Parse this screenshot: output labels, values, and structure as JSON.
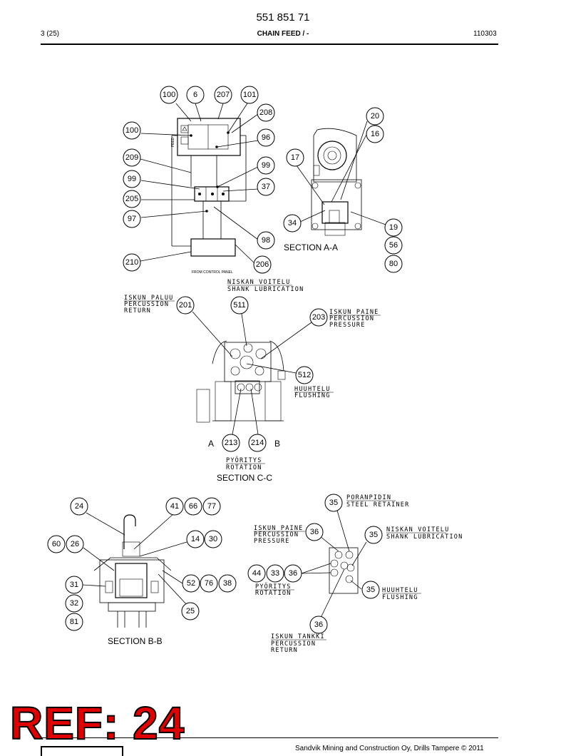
{
  "header": {
    "doc_number": "551 851 71",
    "page": "3 (25)",
    "section": "CHAIN FEED / -",
    "code": "110303"
  },
  "captions": {
    "section_aa": "SECTION A-A",
    "section_cc": "SECTION C-C",
    "section_bb": "SECTION B-B"
  },
  "schematic": {
    "from_control_panel": "FROM CONTROL PANEL",
    "feed": "FEED"
  },
  "cc_labels": {
    "shank_fi": "NISKAN VOITELU",
    "shank_en": "SHANK LUBRICATION",
    "perc_return_fi": "ISKUN PALUU",
    "perc_return_en1": "PERCUSSION",
    "perc_return_en2": "RETURN",
    "perc_pressure_fi": "ISKUN PAINE",
    "perc_pressure_en1": "PERCUSSION",
    "perc_pressure_en2": "PRESSURE",
    "flushing_fi": "HUUHTELU",
    "flushing_en": "FLUSHING",
    "port_a": "A",
    "port_b": "B",
    "rotation_fi": "PYÖRITYS",
    "rotation_en": "ROTATION"
  },
  "port_labels": {
    "steel_fi": "PORANPIDIN",
    "steel_en": "STEEL RETAINER",
    "perc_pressure_fi": "ISKUN PAINE",
    "perc_pressure_en1": "PERCUSSION",
    "perc_pressure_en2": "PRESSURE",
    "shank_fi": "NISKAN VOITELU",
    "shank_en": "SHANK LUBRICATION",
    "rotation_fi": "PYÖRITYS",
    "rotation_en": "ROTATION",
    "flushing_fi": "HUUHTELU",
    "flushing_en": "FLUSHING",
    "tank_fi": "ISKUN TANKKI",
    "tank_en1": "PERCUSSION",
    "tank_en2": "RETURN"
  },
  "bubbles": {
    "b100a": "100",
    "b6": "6",
    "b207": "207",
    "b101": "101",
    "b208": "208",
    "b100b": "100",
    "b96": "96",
    "b209": "209",
    "b99a": "99",
    "b99b": "99",
    "b37": "37",
    "b205": "205",
    "b97": "97",
    "b98": "98",
    "b210": "210",
    "b206": "206",
    "b20": "20",
    "b16": "16",
    "b17": "17",
    "b34": "34",
    "b19": "19",
    "b56": "56",
    "b80": "80",
    "b201": "201",
    "b511": "511",
    "b203": "203",
    "b512": "512",
    "b213": "213",
    "b214": "214",
    "b24": "24",
    "b41": "41",
    "b66": "66",
    "b77": "77",
    "b60": "60",
    "b26": "26",
    "b14": "14",
    "b30": "30",
    "b31": "31",
    "b52": "52",
    "b76": "76",
    "b38": "38",
    "b32": "32",
    "b25": "25",
    "b81": "81",
    "b35a": "35",
    "b36a": "36",
    "b35b": "35",
    "b44": "44",
    "b33": "33",
    "b36b": "36",
    "b35c": "35",
    "b36c": "36"
  },
  "footer": {
    "ref_stamp": "REF: 24",
    "copyright": "Sandvik Mining and Construction Oy, Drills Tampere © 2011"
  }
}
